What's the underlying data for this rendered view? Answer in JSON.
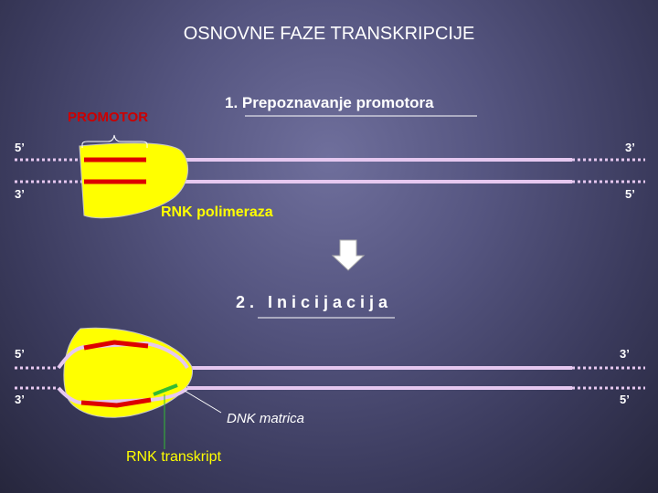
{
  "slide": {
    "title": "OSNOVNE FAZE TRANSKRIPCIJE"
  },
  "step1": {
    "label": "1. Prepoznavanje promotora",
    "promotor_label": "PROMOTOR",
    "enzyme_label": "RNK polimeraza",
    "strand_top_left": "5’",
    "strand_top_right": "3’",
    "strand_bottom_left": "3’",
    "strand_bottom_right": "5’"
  },
  "step2": {
    "label": "2. Inicijacija",
    "strand_top_left": "5’",
    "strand_top_right": "3’",
    "strand_bottom_left": "3’",
    "strand_bottom_right": "5’",
    "template_label": "DNK matrica",
    "transcript_label": "RNK transkript"
  },
  "colors": {
    "dna_strand": "#e6c8f0",
    "polymerase": "#ffff00",
    "promoter": "#dd0000",
    "rna_transcript": "#33bb33",
    "text": "#ffffff",
    "promotor_text": "#cc0000",
    "label_yellow": "#ffff00"
  }
}
